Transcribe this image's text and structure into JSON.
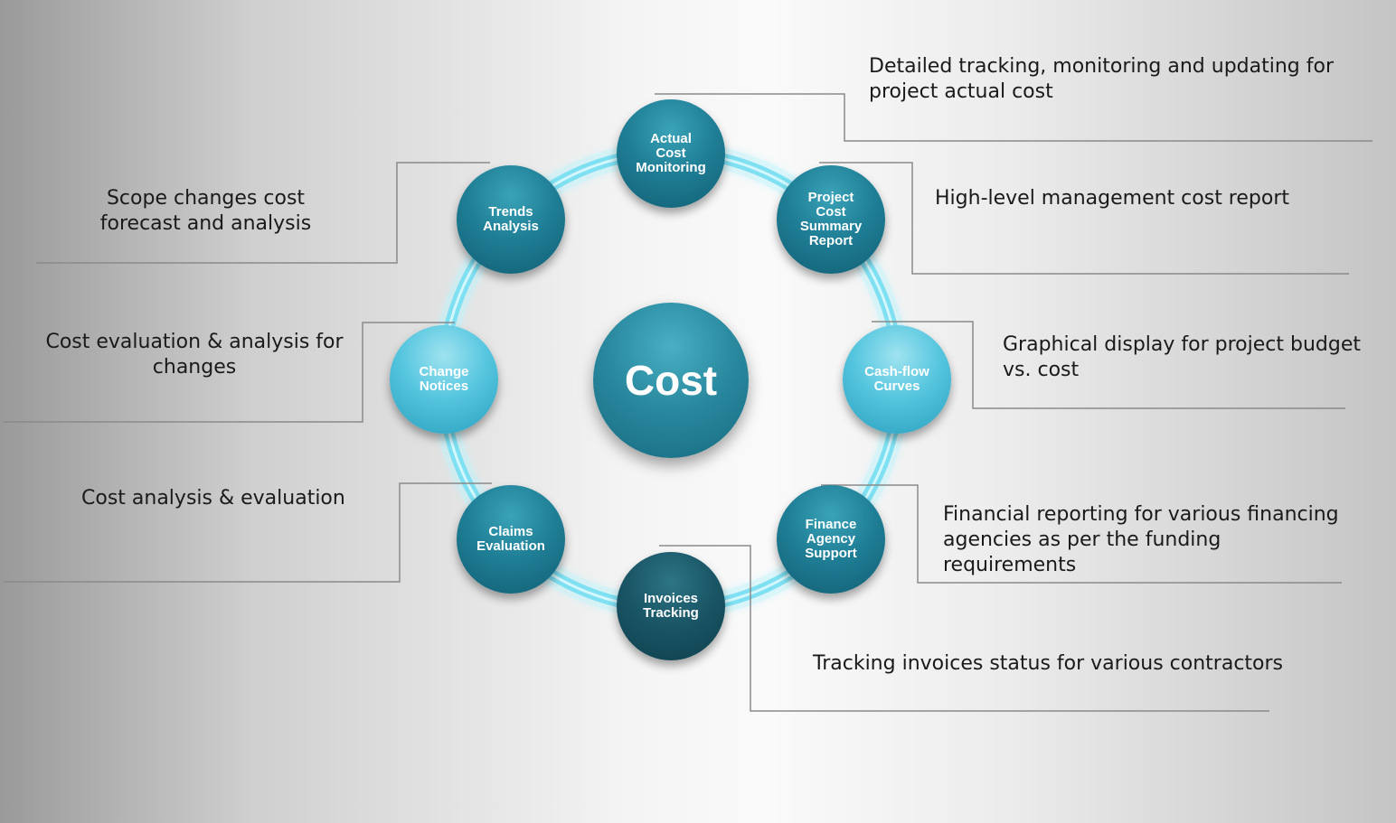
{
  "center": {
    "label": "Cost"
  },
  "nodes": [
    {
      "id": "actual-cost-monitoring",
      "label": "Actual\nCost\nMonitoring",
      "description": "Detailed tracking, monitoring and updating for project actual cost"
    },
    {
      "id": "project-cost-summary-report",
      "label": "Project\nCost\nSummary\nReport",
      "description": "High-level management cost report"
    },
    {
      "id": "cash-flow-curves",
      "label": "Cash-flow\nCurves",
      "description": "Graphical display for project budget vs. cost"
    },
    {
      "id": "finance-agency-support",
      "label": "Finance\nAgency\nSupport",
      "description": "Financial reporting for various financing agencies as per the funding requirements"
    },
    {
      "id": "invoices-tracking",
      "label": "Invoices\nTracking",
      "description": "Tracking invoices status for various contractors"
    },
    {
      "id": "claims-evaluation",
      "label": "Claims\nEvaluation",
      "description": "Cost analysis & evaluation"
    },
    {
      "id": "change-notices",
      "label": "Change\nNotices",
      "description": "Cost evaluation & analysis for changes"
    },
    {
      "id": "trends-analysis",
      "label": "Trends\nAnalysis",
      "description": "Scope changes cost forecast and analysis"
    }
  ],
  "colors": {
    "ring": "#7fe0f2",
    "node_dark": "#1f7f96",
    "node_light": "#56c6df",
    "node_navy": "#1a5666",
    "connector": "#8a8a8a",
    "text": "#1a1a1a"
  }
}
